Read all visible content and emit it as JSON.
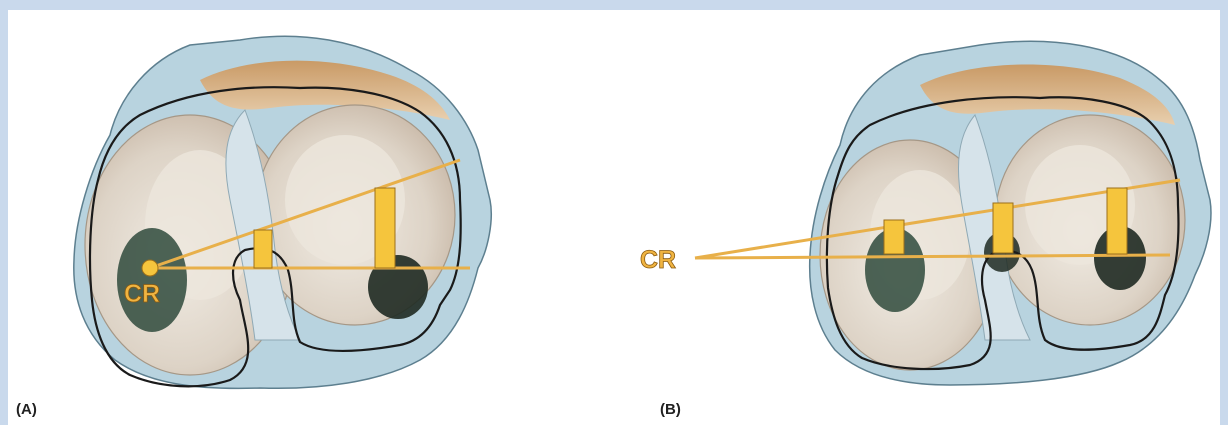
{
  "panels": [
    {
      "label": "(A)",
      "cr_label": "CR"
    },
    {
      "label": "(B)",
      "cr_label": "CR"
    }
  ],
  "colors": {
    "frame": "#c9d9ec",
    "marker": "#f5c53d",
    "marker_line": "#e8b04a",
    "outline": "#1a1a1a",
    "contact_area": "#2f4a3c",
    "capsule": "#b8d3df",
    "cartilage": "#e6dfd4"
  }
}
